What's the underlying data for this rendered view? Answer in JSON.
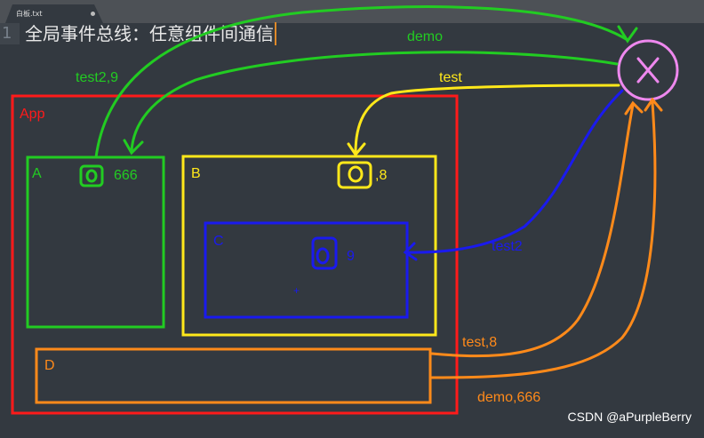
{
  "tab": {
    "filename": "白板.txt"
  },
  "editor": {
    "line_number": "1",
    "line_text": "全局事件总线：任意组件间通信"
  },
  "diagram": {
    "app": "App",
    "a": "A",
    "b": "B",
    "c": "C",
    "d": "D",
    "a_value": "666",
    "b_value": ",8",
    "c_value": "9",
    "bus": "X",
    "edges": {
      "test2_9": "test2,9",
      "demo": "demo",
      "test": "test",
      "test2": "test2",
      "test_8": "test,8",
      "demo_666": "demo,666"
    },
    "colors": {
      "app": "#ff1a1a",
      "a": "#22cc22",
      "b": "#ffe81a",
      "c": "#1a1aee",
      "d": "#ff8a1a",
      "bus": "#ee88ee"
    }
  },
  "watermark": "CSDN @aPurpleBerry"
}
